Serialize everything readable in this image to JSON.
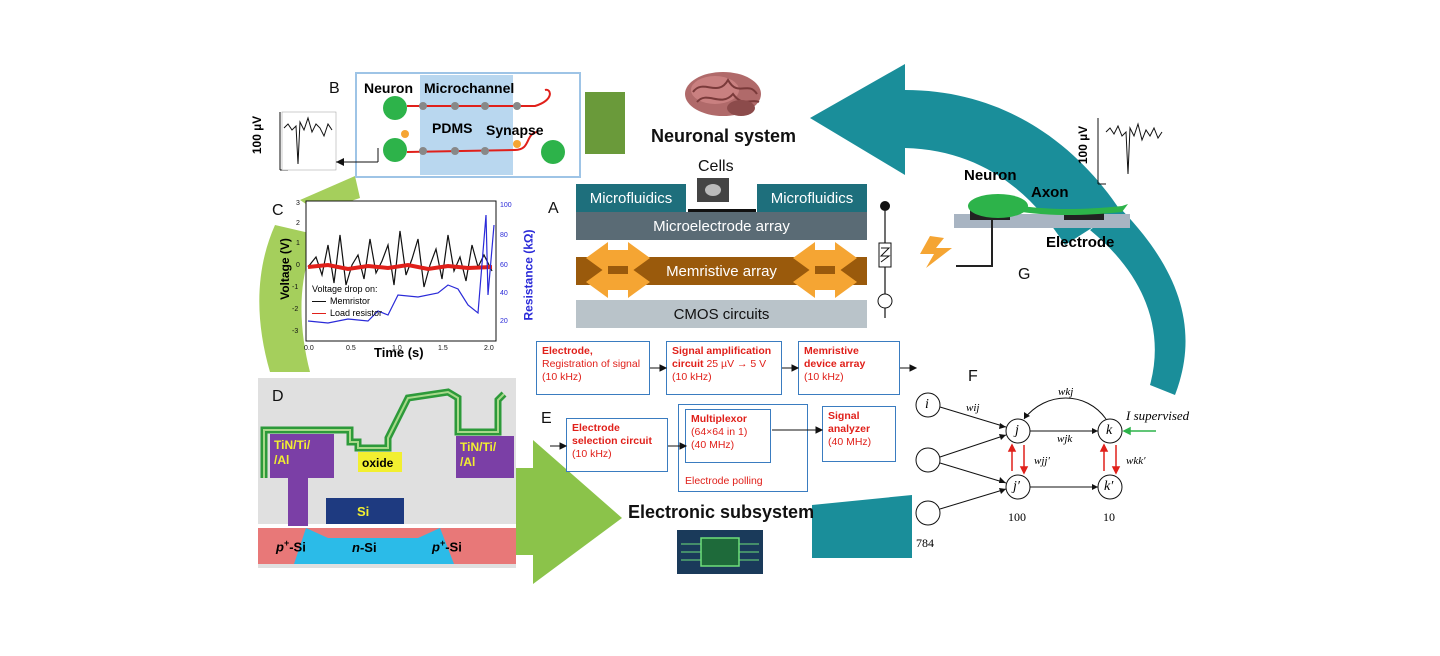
{
  "center": {
    "neuronal_system": "Neuronal system",
    "cells": "Cells",
    "electronic_subsystem": "Electronic subsystem"
  },
  "panel_a": {
    "letter": "A",
    "microfluidics_left": "Microfluidics",
    "microfluidics_right": "Microfluidics",
    "microelectrode_array": "Microelectrode array",
    "memristive_array": "Memristive array",
    "cmos_circuits": "CMOS circuits"
  },
  "panel_b": {
    "letter": "B",
    "neuron": "Neuron",
    "microchannel": "Microchannel",
    "pdms": "PDMS",
    "synapse": "Synapse",
    "scale": "100 µV"
  },
  "panel_c": {
    "letter": "C",
    "ylabel_left": "Voltage (V)",
    "ylabel_right": "Resistance (kΩ)",
    "xlabel": "Time (s)",
    "legend_title": "Voltage drop on:",
    "legend_1": "Memristor",
    "legend_2": "Load resistor",
    "y_ticks": [
      "3",
      "2",
      "1",
      "0",
      "-1",
      "-2",
      "-3"
    ],
    "y2_ticks": [
      "100",
      "80",
      "60",
      "40",
      "20"
    ],
    "x_ticks": [
      "0.0",
      "0.5",
      "1.0",
      "1.5",
      "2.0"
    ]
  },
  "panel_d": {
    "letter": "D",
    "tin_left": "TiN/Ti/\n/Al",
    "tin_right": "TiN/Ti/\n/Al",
    "oxide": "oxide",
    "si": "Si",
    "p_si_left": "p",
    "p_si_right": "p",
    "n_si": "n",
    "plus": "+",
    "si_suffix": "-Si"
  },
  "panel_e": {
    "letter": "E",
    "row1": [
      {
        "title": "Electrode,",
        "body": "Registration of signal",
        "freq": "(10 kHz)"
      },
      {
        "title": "Signal amplification circuit",
        "body": "25 µV → 5 V",
        "freq": "(10 kHz)"
      },
      {
        "title": "Memristive device array",
        "body": "",
        "freq": "(10 kHz)"
      }
    ],
    "row2": [
      {
        "title": "Electrode selection circuit",
        "freq": "(10 kHz)"
      },
      {
        "title": "Multiplexor",
        "body": "(64×64 in 1)",
        "freq": "(40 MHz)",
        "note": "Electrode polling"
      },
      {
        "title": "Signal analyzer",
        "freq": "(40 MHz)"
      }
    ]
  },
  "panel_f": {
    "letter": "F",
    "node_i": "i",
    "node_j": "j",
    "node_k": "k",
    "node_jp": "j′",
    "node_kp": "k′",
    "w_ij": "wij",
    "w_kj": "wkj",
    "w_jk": "wjk",
    "w_jj": "wjj′",
    "w_kk": "wkk′",
    "i_supervised": "I supervised",
    "count_784": "784",
    "count_100": "100",
    "count_10": "10"
  },
  "panel_g": {
    "letter": "G",
    "neuron": "Neuron",
    "axon": "Axon",
    "electrode": "Electrode",
    "scale": "100 µV"
  },
  "colors": {
    "teal": "#1a8e9a",
    "green_arrow": "#8bc34a",
    "olive": "#6a9a3a",
    "layer_teal": "#1e6f7c",
    "layer_gray": "#5a6b75",
    "layer_brown": "#9a5a0c",
    "layer_light": "#b9c3c9",
    "orange": "#f5a533",
    "box_border": "#3a7cc0",
    "red_text": "#e0201a"
  }
}
